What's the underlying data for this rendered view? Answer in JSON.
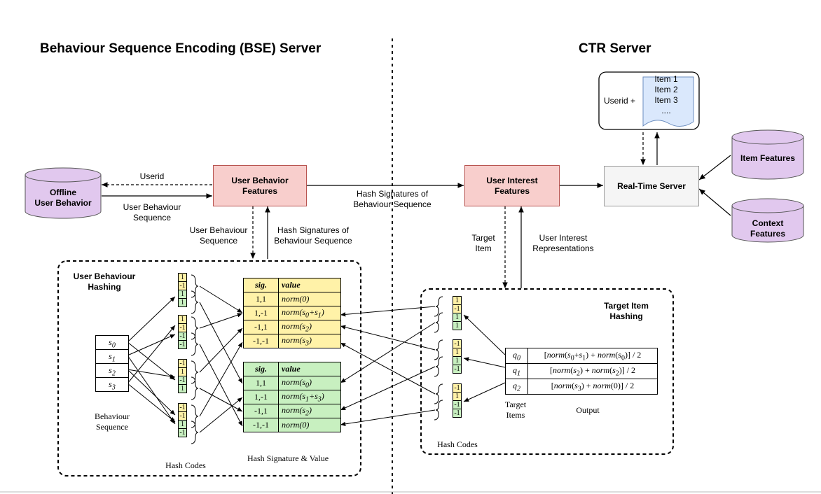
{
  "titles": {
    "bse": "Behaviour Sequence Encoding (BSE) Server",
    "ctr": "CTR Server"
  },
  "nodes": {
    "offline": "Offline\nUser Behavior",
    "ubf": "User Behavior\nFeatures",
    "uif": "User Interest\nFeatures",
    "rts": "Real-Time Server",
    "item_features": "Item Features",
    "context_features": "Context\nFeatures",
    "userid_plus": "Userid +",
    "item_list": [
      "Item 1",
      "Item 2",
      "Item 3",
      "...."
    ]
  },
  "edges": {
    "userid": "Userid",
    "user_behaviour_sequence": "User Behaviour\nSequence",
    "hash_sig_seq_top": "Hash Signatures of\nBehaviour Sequence",
    "ubs_down": "User Behaviour\nSequence",
    "hash_sig_up": "Hash Signatures of\nBehaviour Sequence",
    "target_item": "Target\nItem",
    "user_interest_repr": "User Interest\nRepresentations"
  },
  "ubh": {
    "title": "User Behaviour\nHashing",
    "sequence": [
      "s0",
      "s1",
      "s2",
      "s3"
    ],
    "sequence_label": "Behaviour\nSequence",
    "hash_codes_label": "Hash Codes",
    "sig_value_label": "Hash Signature & Value",
    "hash_codes": [
      {
        "y": [
          "1",
          "-1"
        ],
        "g": [
          "1",
          "1"
        ]
      },
      {
        "y": [
          "1",
          "-1"
        ],
        "g": [
          "-1",
          "-1"
        ]
      },
      {
        "y": [
          "-1",
          "1"
        ],
        "g": [
          "-1",
          "1"
        ]
      },
      {
        "y": [
          "-1",
          "-1"
        ],
        "g": [
          "1",
          "-1"
        ]
      }
    ],
    "yellow_table": {
      "header": [
        "sig.",
        "value"
      ],
      "rows": [
        [
          "1,1",
          "norm(0)"
        ],
        [
          "1,-1",
          "norm(s0+s1)"
        ],
        [
          "-1,1",
          "norm(s2)"
        ],
        [
          "-1,-1",
          "norm(s3)"
        ]
      ]
    },
    "green_table": {
      "header": [
        "sig.",
        "value"
      ],
      "rows": [
        [
          "1,1",
          "norm(s0)"
        ],
        [
          "1,-1",
          "norm(s1+s3)"
        ],
        [
          "-1,1",
          "norm(s2)"
        ],
        [
          "-1,-1",
          "norm(0)"
        ]
      ]
    }
  },
  "tih": {
    "title": "Target Item\nHashing",
    "hash_codes": [
      {
        "y": [
          "1",
          "-1"
        ],
        "g": [
          "1",
          "1"
        ]
      },
      {
        "y": [
          "-1",
          "1"
        ],
        "g": [
          "1",
          "-1"
        ]
      },
      {
        "y": [
          "-1",
          "1"
        ],
        "g": [
          "-1",
          "-1"
        ]
      }
    ],
    "outputs": [
      {
        "q": "q0",
        "f": "[norm(s0+s1) + norm(s0)] / 2"
      },
      {
        "q": "q1",
        "f": "[norm(s2) + norm(s2)] / 2"
      },
      {
        "q": "q2",
        "f": "[norm(s3) + norm(0)] / 2"
      }
    ],
    "target_items_label": "Target\nItems",
    "output_label": "Output",
    "hash_codes_label": "Hash Codes"
  }
}
